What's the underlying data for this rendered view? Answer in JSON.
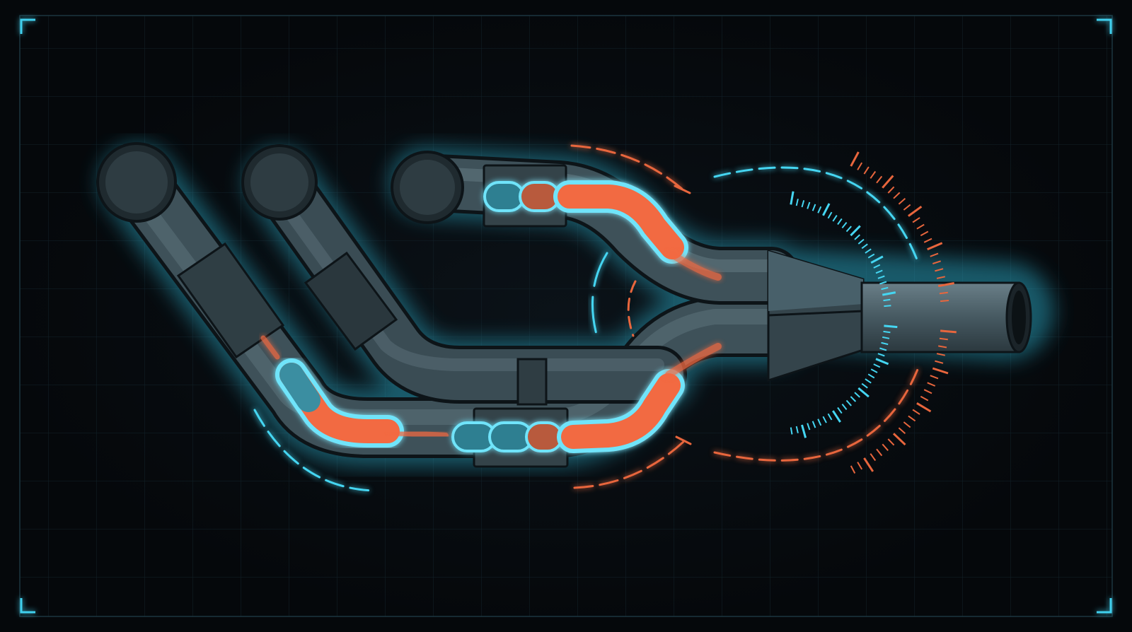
{
  "colors": {
    "background": "#05080b",
    "grid": "#13242c",
    "frame": "#1e3b46",
    "corner_bracket": "#3fd0ee",
    "pipe_body": "#3e5159",
    "pipe_dark": "#263238",
    "pipe_light": "#5c717a",
    "pipe_outline": "#0d1418",
    "cyan_glow": "#45d6f2",
    "orange_flow": "#f26a43",
    "orange_arc": "#e8663d",
    "muted_arc": "#4f7078"
  },
  "diagram": {
    "description_elements": [
      "three-inlet-pipes",
      "merge-collector",
      "outlet-pipe",
      "flow-capsules",
      "pulse-gauge-arcs"
    ],
    "inlet_count": 3,
    "outlet_count": 1
  }
}
